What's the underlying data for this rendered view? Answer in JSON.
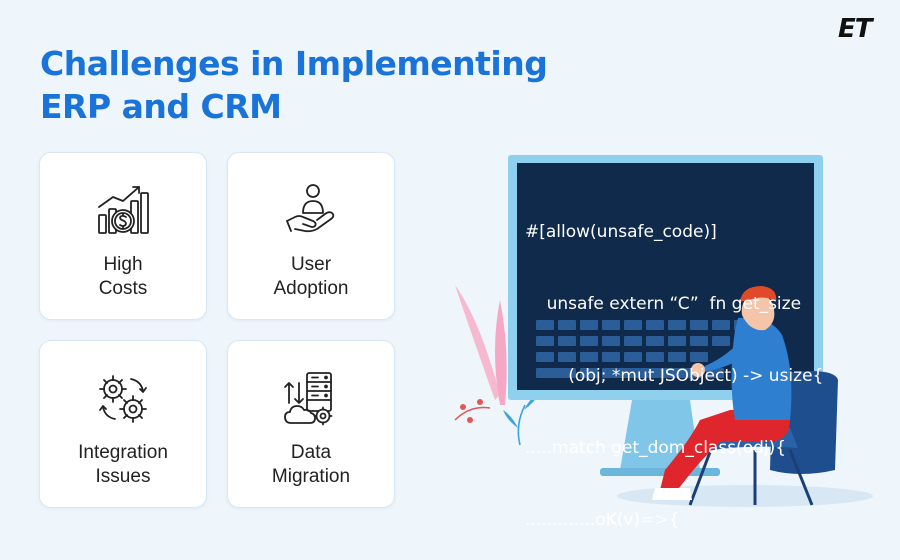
{
  "brand": {
    "logo_text": "ET"
  },
  "title": {
    "line1": "Challenges in Implementing",
    "line2": "ERP and CRM"
  },
  "cards": [
    {
      "line1": "High",
      "line2": "Costs",
      "icon": "rising-costs-coin-icon"
    },
    {
      "line1": "User",
      "line2": "Adoption",
      "icon": "person-in-hand-icon"
    },
    {
      "line1": "Integration",
      "line2": "Issues",
      "icon": "gears-icon"
    },
    {
      "line1": "Data",
      "line2": "Migration",
      "icon": "server-cloud-transfer-icon"
    }
  ],
  "code_lines": [
    "#[allow(unsafe_code)]",
    "    unsafe extern “C”  fn get_size",
    "        (obj; *mut JSObject) -> usize{",
    ".....match get_dom_class(odj){",
    ".............oK(v)=>{"
  ],
  "colors": {
    "title": "#1a73d9",
    "monitor_frame": "#8fd0ef",
    "screen": "#0f2a4a",
    "shirt": "#2f7fd0",
    "pants": "#e0262d",
    "hair": "#e04a2a",
    "chair": "#1f4e8f"
  }
}
